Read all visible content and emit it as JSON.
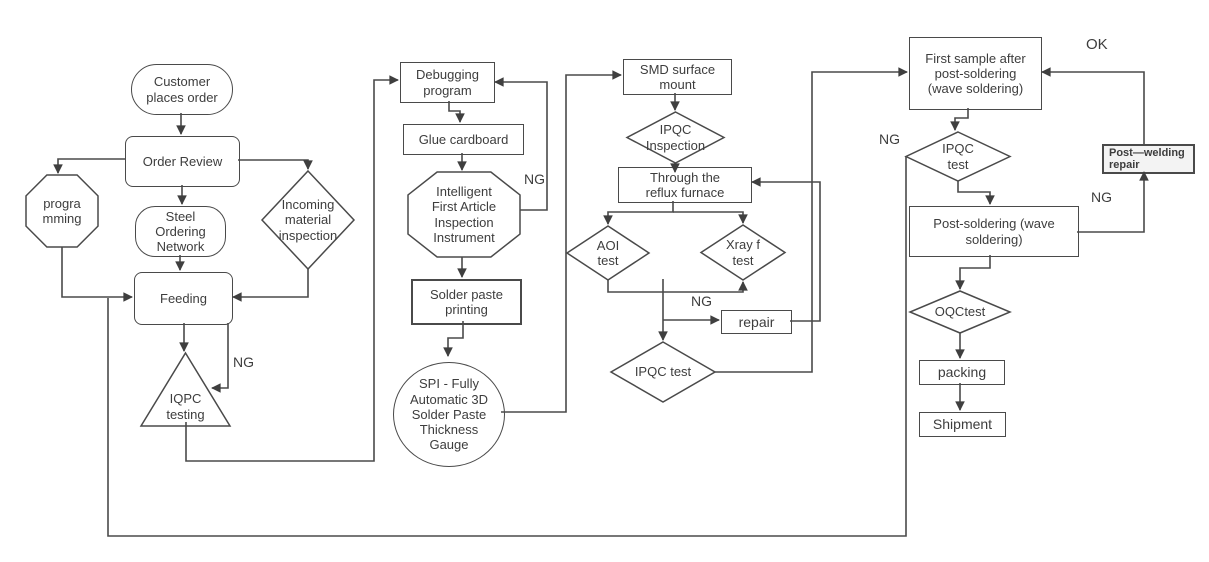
{
  "nodes": {
    "customer_order": {
      "label": "Customer\nplaces order"
    },
    "order_review": {
      "label": "Order Review"
    },
    "programming": {
      "label": "progra\nmming"
    },
    "steel_ordering": {
      "label": "Steel\nOrdering\nNetwork"
    },
    "incoming_inspection": {
      "label": "Incoming\nmaterial\ninspection"
    },
    "feeding": {
      "label": "Feeding"
    },
    "iqpc_testing": {
      "label": "IQPC\ntesting"
    },
    "debugging_program": {
      "label": "Debugging\nprogram"
    },
    "glue_cardboard": {
      "label": "Glue cardboard"
    },
    "first_article": {
      "label": "Intelligent\nFirst Article\nInspection\nInstrument"
    },
    "solder_paste": {
      "label": "Solder paste\nprinting"
    },
    "spi_gauge": {
      "label": "SPI - Fully\nAutomatic 3D\nSolder Paste\nThickness\nGauge"
    },
    "smd_mount": {
      "label": "SMD surface\nmount"
    },
    "ipqc_inspection": {
      "label": "IPQC\nInspection"
    },
    "reflux_furnace": {
      "label": "Through the\nreflux furnace"
    },
    "aoi_test": {
      "label": "AOI\ntest"
    },
    "xray_test": {
      "label": "Xray f\ntest"
    },
    "repair": {
      "label": "repair"
    },
    "ipqc_test_mid": {
      "label": "IPQC test"
    },
    "first_sample": {
      "label": "First sample after\npost-soldering\n(wave soldering)"
    },
    "ipqc_test_right": {
      "label": "IPQC\ntest"
    },
    "post_welding_repair": {
      "label": "Post—welding\nrepair"
    },
    "post_soldering": {
      "label": "Post-soldering (wave\nsoldering)"
    },
    "oqc_test": {
      "label": "OQCtest"
    },
    "packing": {
      "label": "packing"
    },
    "shipment": {
      "label": "Shipment"
    }
  },
  "edge_labels": {
    "feeding_ng": "NG",
    "first_article_ng": "NG",
    "aoi_ng": "NG",
    "ipqc_right_ng": "NG",
    "post_soldering_ng": "NG",
    "post_welding_ok": "OK"
  },
  "colors": {
    "stroke": "#4a4a4a",
    "text": "#3d3d3d",
    "background": "#ffffff"
  }
}
